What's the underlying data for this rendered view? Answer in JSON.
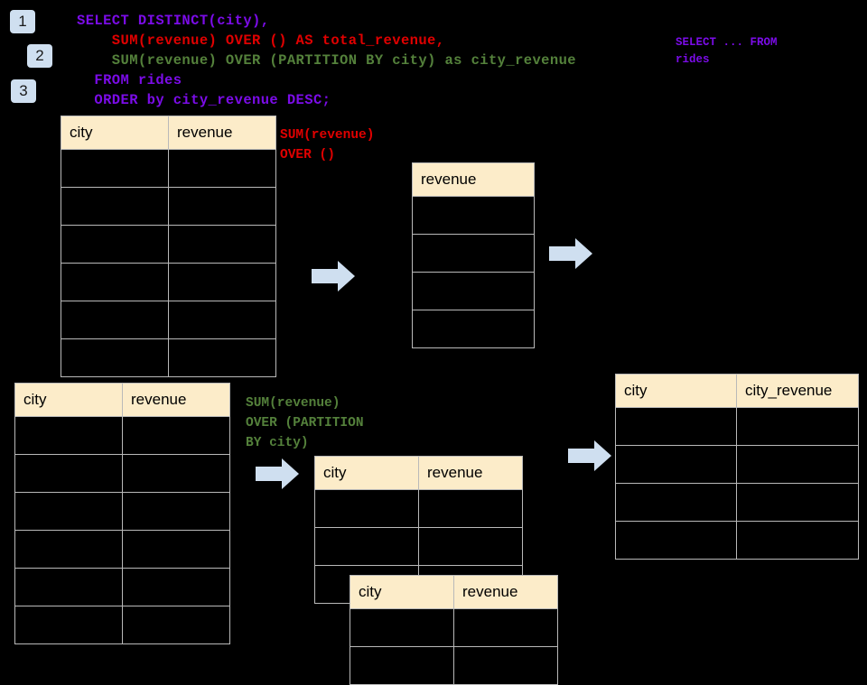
{
  "page": {
    "background_color": "#000000",
    "title": "SQL window function diagram"
  },
  "badges": [
    {
      "label": "1",
      "name": "step-badge-1"
    },
    {
      "label": "2",
      "name": "step-badge-2"
    },
    {
      "label": "3",
      "name": "step-badge-3"
    }
  ],
  "sql": {
    "line1": "SELECT DISTINCT(city),",
    "line2": "    SUM(revenue) OVER () AS total_revenue,",
    "line3": "    SUM(revenue) OVER (PARTITION BY city) as city_revenue",
    "line4": "  FROM rides",
    "line5": "  ORDER by city_revenue DESC;",
    "colors": {
      "purple": "#7b0ce8",
      "red": "#e00000",
      "green": "#54813b"
    }
  },
  "side_note": {
    "line1": "SELECT ... FROM",
    "line2": "rides"
  },
  "annotations": {
    "total_revenue": {
      "line1": "SUM(revenue)",
      "line2": "OVER ()",
      "color": "#e00000"
    },
    "city_revenue": {
      "line1": "SUM(revenue)",
      "line2": "OVER (PARTITION",
      "line3": "BY city)",
      "color": "#54813b"
    }
  },
  "tables": {
    "source_top": {
      "name": "table-source-top",
      "headers": [
        "city",
        "revenue"
      ],
      "row_count": 6,
      "rows": [
        [
          "",
          ""
        ],
        [
          "",
          ""
        ],
        [
          "",
          ""
        ],
        [
          "",
          ""
        ],
        [
          "",
          ""
        ],
        [
          "",
          ""
        ]
      ]
    },
    "total_revenue": {
      "name": "table-total-revenue",
      "headers": [
        "revenue"
      ],
      "row_count": 4,
      "rows": [
        [
          ""
        ],
        [
          ""
        ],
        [
          ""
        ],
        [
          ""
        ]
      ]
    },
    "source_bottom": {
      "name": "table-source-bottom",
      "headers": [
        "city",
        "revenue"
      ],
      "row_count": 6,
      "rows": [
        [
          "",
          ""
        ],
        [
          "",
          ""
        ],
        [
          "",
          ""
        ],
        [
          "",
          ""
        ],
        [
          "",
          ""
        ],
        [
          "",
          ""
        ]
      ]
    },
    "partition_back": {
      "name": "table-partition-back",
      "headers": [
        "city",
        "revenue"
      ],
      "row_count": 3,
      "rows": [
        [
          "",
          ""
        ],
        [
          "",
          ""
        ],
        [
          "",
          ""
        ]
      ]
    },
    "partition_front": {
      "name": "table-partition-front",
      "headers": [
        "city",
        "revenue"
      ],
      "row_count": 2,
      "rows": [
        [
          "",
          ""
        ],
        [
          "",
          ""
        ]
      ]
    },
    "result": {
      "name": "table-result",
      "headers": [
        "city",
        "city_revenue"
      ],
      "row_count": 4,
      "rows": [
        [
          "",
          ""
        ],
        [
          "",
          ""
        ],
        [
          "",
          ""
        ],
        [
          "",
          ""
        ]
      ]
    }
  },
  "arrows": {
    "color": "#cfdff0",
    "count": 4,
    "items": [
      {
        "name": "arrow-source-to-total"
      },
      {
        "name": "arrow-total-to-result"
      },
      {
        "name": "arrow-source-to-partition"
      },
      {
        "name": "arrow-partition-to-result"
      }
    ]
  }
}
